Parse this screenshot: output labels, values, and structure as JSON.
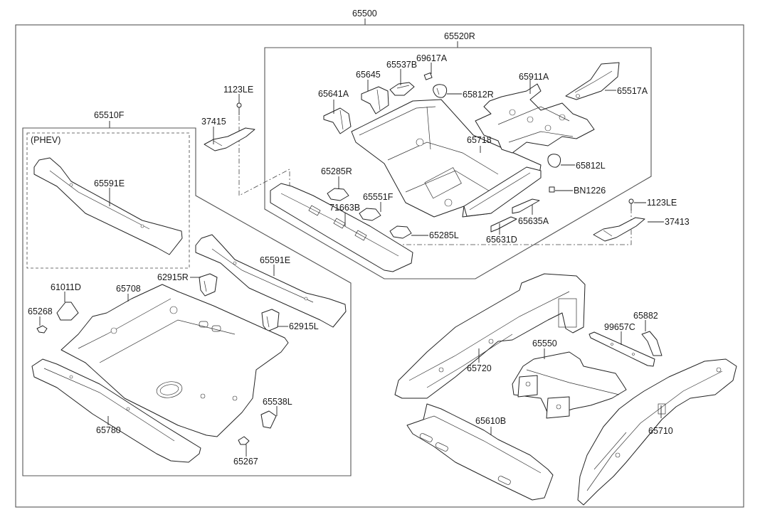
{
  "diagram": {
    "title": "Rear floor panel assembly parts diagram",
    "assembly_label": "65500",
    "groups": {
      "front_floor_group": "65520R",
      "rear_floor_group": "65510F",
      "phev_variant_note": "(PHEV)"
    },
    "labels": {
      "p65500": "65500",
      "p65520R": "65520R",
      "p65510F": "65510F",
      "phev": "(PHEV)",
      "p1123LE_a": "1123LE",
      "p37415": "37415",
      "p65641A": "65641A",
      "p65645": "65645",
      "p65537B": "65537B",
      "p69617A": "69617A",
      "p65812R": "65812R",
      "p65911A": "65911A",
      "p65517A": "65517A",
      "p65718": "65718",
      "p65812L": "65812L",
      "p65285R": "65285R",
      "p65551F": "65551F",
      "p71663B": "71663B",
      "pBN1226": "BN1226",
      "p65635A": "65635A",
      "p65285L": "65285L",
      "p65631D": "65631D",
      "p1123LE_b": "1123LE",
      "p37413": "37413",
      "p65591E_phev": "65591E",
      "p65591E": "65591E",
      "p62915R": "62915R",
      "p61011D": "61011D",
      "p65708": "65708",
      "p65268": "65268",
      "p62915L": "62915L",
      "p65538L": "65538L",
      "p65780": "65780",
      "p65267": "65267",
      "p65720": "65720",
      "p65882": "65882",
      "p99657C": "99657C",
      "p65550": "65550",
      "p65610B": "65610B",
      "p65710": "65710"
    }
  }
}
